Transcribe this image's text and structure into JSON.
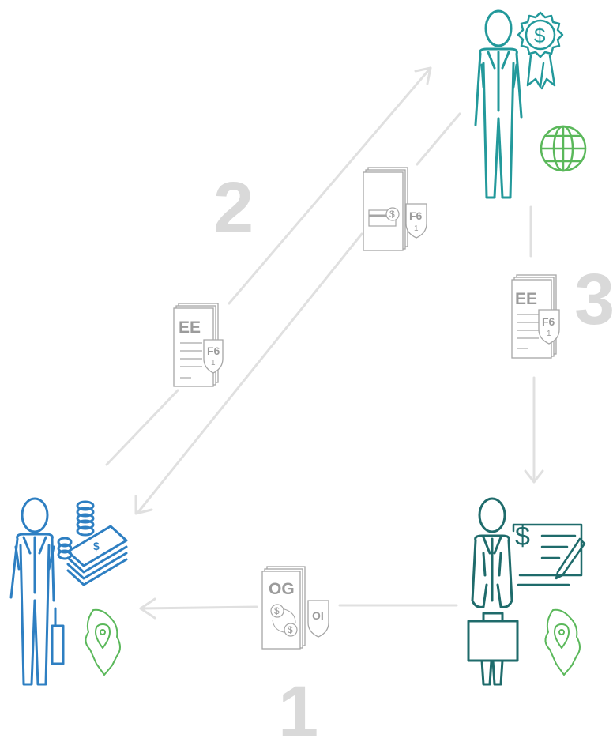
{
  "steps": {
    "step1": "1",
    "step2": "2",
    "step3": "3"
  },
  "documents": {
    "doc_og": {
      "code": "OG",
      "badge": "OI",
      "symbol": "$"
    },
    "doc_ee_left": {
      "code": "EE",
      "badge": "F6",
      "badge_num": "1"
    },
    "doc_card": {
      "badge": "F6",
      "badge_num": "1",
      "symbol": "$"
    },
    "doc_ee_right": {
      "code": "EE",
      "badge": "F6",
      "badge_num": "1"
    }
  },
  "icons": {
    "investor": "person-with-briefcase-and-cash-icon",
    "recipient": "person-with-award-and-globe-icon",
    "operator": "person-with-briefcase-and-check-icon",
    "location": "map-pin-icon",
    "globe": "globe-icon",
    "award": "award-badge-icon"
  },
  "colors": {
    "blue": "#2e7fc2",
    "teal": "#23999b",
    "dark_teal": "#1f6b6b",
    "green": "#5bb85b",
    "arrow_gray": "#e0e0e0",
    "doc_gray": "#a6a6a6",
    "number_gray": "#d9d9d9"
  }
}
